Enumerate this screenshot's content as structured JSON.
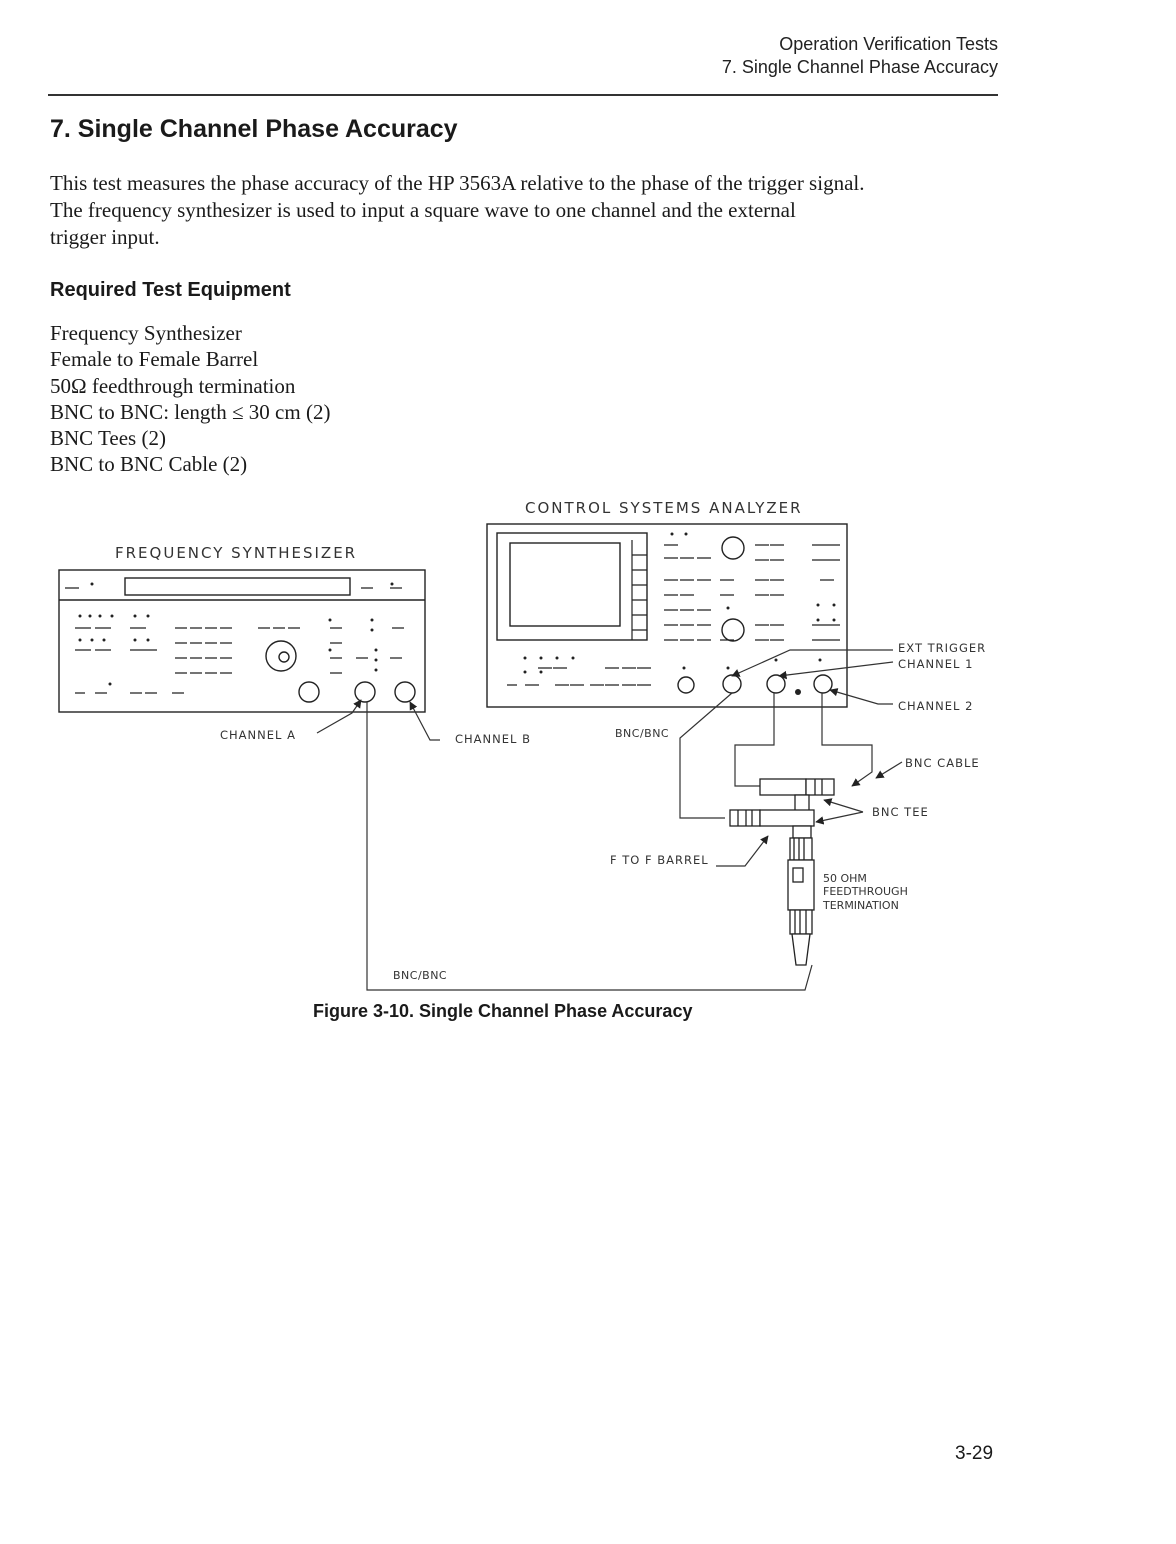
{
  "header": {
    "chapter": "Operation Verification Tests",
    "section": "7.  Single Channel Phase Accuracy"
  },
  "section_title": "7.  Single Channel Phase Accuracy",
  "intro": {
    "line1": "This test measures the phase accuracy of the HP 3563A relative to the phase of the trigger signal.",
    "line2": "The frequency synthesizer is used to input a square wave to one channel and the external",
    "line3": "trigger input."
  },
  "equipment": {
    "heading": "Required Test Equipment",
    "items": [
      "Frequency Synthesizer",
      "Female to Female Barrel",
      "50Ω feedthrough termination",
      "BNC to BNC: length ≤ 30 cm (2)",
      "BNC Tees (2)",
      "BNC to BNC Cable (2)"
    ]
  },
  "diagram": {
    "analyzer_title": "CONTROL SYSTEMS ANALYZER",
    "synth_title": "FREQUENCY SYNTHESIZER",
    "labels": {
      "ext_trigger": "EXT TRIGGER",
      "channel_1": "CHANNEL 1",
      "channel_2": "CHANNEL 2",
      "channel_a": "CHANNEL A",
      "channel_b": "CHANNEL B",
      "bnc_bnc_top": "BNC/BNC",
      "bnc_cable": "BNC CABLE",
      "bnc_tee": "BNC TEE",
      "f_to_f_barrel": "F TO F BARREL",
      "termination_1": "50 OHM",
      "termination_2": "FEEDTHROUGH",
      "termination_3": "TERMINATION",
      "bnc_bnc_bottom": "BNC/BNC"
    }
  },
  "figure_caption": "Figure 3-10.  Single Channel Phase Accuracy",
  "page_number": "3-29"
}
